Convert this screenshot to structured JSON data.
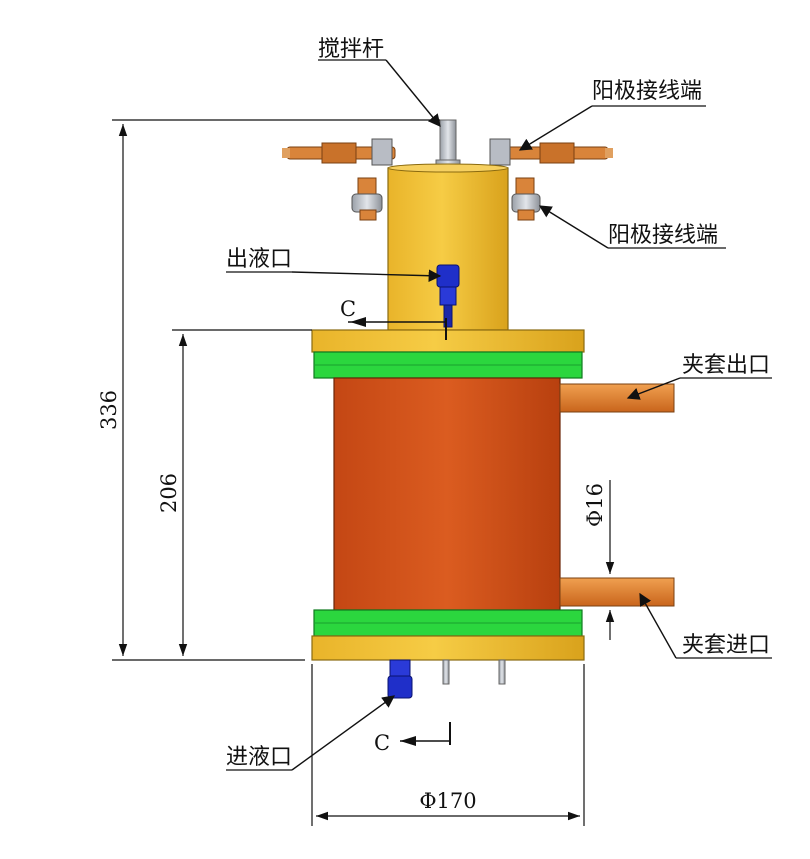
{
  "labels": {
    "stirrer_rod": "搅拌杆",
    "anode_terminal_top": "阳极接线端",
    "anode_terminal_side": "阳极接线端",
    "liquid_outlet": "出液口",
    "section_mark_top": "C",
    "jacket_outlet": "夹套出口",
    "jacket_inlet": "夹套进口",
    "liquid_inlet": "进液口",
    "section_mark_bottom": "C"
  },
  "dimensions": {
    "overall_height": "336",
    "body_height": "206",
    "pipe_diameter": "Φ16",
    "flange_diameter": "Φ170"
  },
  "colors": {
    "yellow": "#f2c335",
    "yellow_dark": "#d9a21c",
    "green": "#29d93c",
    "green_dark": "#14a82a",
    "red_body": "#d4541a",
    "red_dark": "#a23a10",
    "orange_pipe": "#e8842a",
    "copper": "#d9843a",
    "blue_fitting": "#1f2fc9",
    "steel": "#b8bcc4",
    "arrow": "#1a1a1a"
  }
}
